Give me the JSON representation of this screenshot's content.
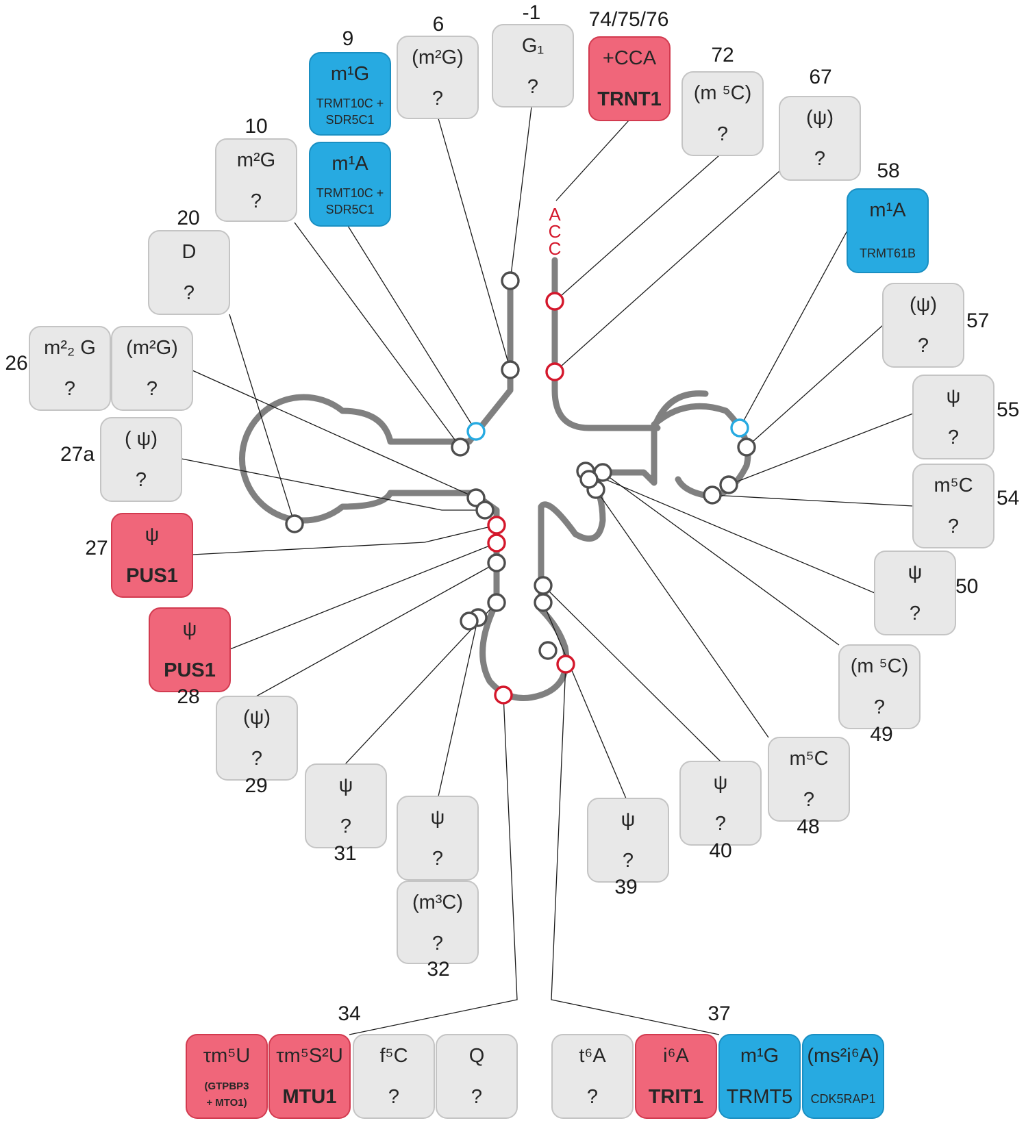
{
  "acc_letters": [
    "A",
    "C",
    "C"
  ],
  "modifications": [
    {
      "id": "p-1",
      "position": "-1",
      "color": "grey",
      "mod": "G₁",
      "enzyme": "?"
    },
    {
      "id": "p6",
      "position": "6",
      "color": "grey",
      "mod": "(m²G)",
      "enzyme": "?"
    },
    {
      "id": "p9a",
      "position": "9",
      "color": "blue",
      "mod": "m¹G",
      "enzyme": "TRMT10C +",
      "enzyme2": "SDR5C1"
    },
    {
      "id": "p9b",
      "position": "",
      "color": "blue",
      "mod": "m¹A",
      "enzyme": "TRMT10C +",
      "enzyme2": "SDR5C1"
    },
    {
      "id": "p10",
      "position": "10",
      "color": "grey",
      "mod": "m²G",
      "enzyme": "?"
    },
    {
      "id": "p20",
      "position": "20",
      "color": "grey",
      "mod": "D",
      "enzyme": "?"
    },
    {
      "id": "p26a",
      "position": "26",
      "color": "grey",
      "mod": "m²₂ G",
      "enzyme": "?"
    },
    {
      "id": "p26b",
      "position": "",
      "color": "grey",
      "mod": "(m²G)",
      "enzyme": "?"
    },
    {
      "id": "p27a",
      "position": "27a",
      "color": "grey",
      "mod": "( ψ)",
      "enzyme": "?"
    },
    {
      "id": "p27",
      "position": "27",
      "color": "red",
      "mod": "ψ",
      "enzyme": "PUS1"
    },
    {
      "id": "p28",
      "position": "28",
      "color": "red",
      "mod": "ψ",
      "enzyme": "PUS1"
    },
    {
      "id": "p29",
      "position": "29",
      "color": "grey",
      "mod": "(ψ)",
      "enzyme": "?"
    },
    {
      "id": "p31",
      "position": "31",
      "color": "grey",
      "mod": "ψ",
      "enzyme": "?"
    },
    {
      "id": "p32a",
      "position": "",
      "color": "grey",
      "mod": "ψ",
      "enzyme": "?"
    },
    {
      "id": "p32b",
      "position": "32",
      "color": "grey",
      "mod": "(m³C)",
      "enzyme": "?"
    },
    {
      "id": "p34a",
      "position": "",
      "color": "red",
      "mod": "τm⁵U",
      "enzyme": "(GTPBP3",
      "enzyme2": "+ MTO1)"
    },
    {
      "id": "p34b",
      "position": "34",
      "color": "red",
      "mod": "τm⁵S²U",
      "enzyme": "MTU1"
    },
    {
      "id": "p34c",
      "position": "",
      "color": "grey",
      "mod": "f⁵C",
      "enzyme": "?"
    },
    {
      "id": "p34d",
      "position": "",
      "color": "grey",
      "mod": "Q",
      "enzyme": "?"
    },
    {
      "id": "p37a",
      "position": "",
      "color": "grey",
      "mod": "t⁶A",
      "enzyme": "?"
    },
    {
      "id": "p37b",
      "position": "37",
      "color": "red",
      "mod": "i⁶A",
      "enzyme": "TRIT1"
    },
    {
      "id": "p37c",
      "position": "",
      "color": "blue",
      "mod": "m¹G",
      "enzyme": "TRMT5"
    },
    {
      "id": "p37d",
      "position": "",
      "color": "blue",
      "mod": "(ms²i⁶A)",
      "enzyme": "CDK5RAP1"
    },
    {
      "id": "p39",
      "position": "39",
      "color": "grey",
      "mod": "ψ",
      "enzyme": "?"
    },
    {
      "id": "p40",
      "position": "40",
      "color": "grey",
      "mod": "ψ",
      "enzyme": "?"
    },
    {
      "id": "p48",
      "position": "48",
      "color": "grey",
      "mod": "m⁵C",
      "enzyme": "?"
    },
    {
      "id": "p49",
      "position": "49",
      "color": "grey",
      "mod": "(m ⁵C)",
      "enzyme": "?"
    },
    {
      "id": "p50",
      "position": "50",
      "color": "grey",
      "mod": "ψ",
      "enzyme": "?"
    },
    {
      "id": "p54",
      "position": "54",
      "color": "grey",
      "mod": "m⁵C",
      "enzyme": "?"
    },
    {
      "id": "p55",
      "position": "55",
      "color": "grey",
      "mod": "ψ",
      "enzyme": "?"
    },
    {
      "id": "p57",
      "position": "57",
      "color": "grey",
      "mod": "(ψ)",
      "enzyme": "?"
    },
    {
      "id": "p58",
      "position": "58",
      "color": "blue",
      "mod": "m¹A",
      "enzyme": "TRMT61B"
    },
    {
      "id": "p67",
      "position": "67",
      "color": "grey",
      "mod": "(ψ)",
      "enzyme": "?"
    },
    {
      "id": "p72",
      "position": "72",
      "color": "grey",
      "mod": "(m ⁵C)",
      "enzyme": "?"
    },
    {
      "id": "p74",
      "position": "74/75/76",
      "color": "red",
      "mod": "+CCA",
      "enzyme": "TRNT1"
    }
  ]
}
